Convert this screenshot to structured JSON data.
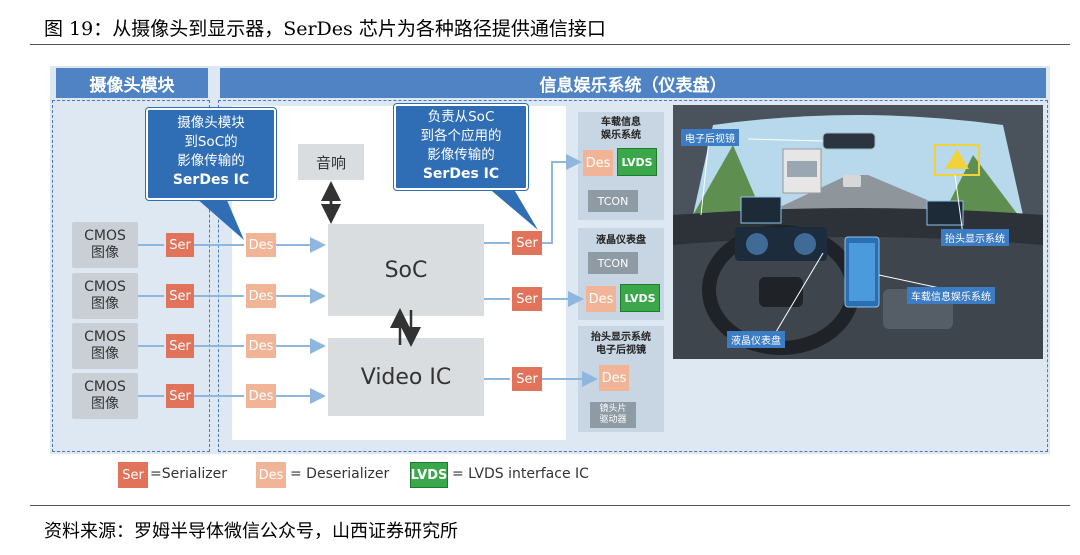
{
  "figure": {
    "title": "图 19：从摄像头到显示器，SerDes 芯片为各种路径提供通信接口",
    "source": "资料来源：罗姆半导体微信公众号，山西证券研究所"
  },
  "camera_module": {
    "header": "摄像头模块",
    "callout_lines": [
      "摄像头模块",
      "到SoC的",
      "影像传输的"
    ],
    "callout_bold": "SerDes IC",
    "cmos_top": "CMOS",
    "cmos_bottom": "图像"
  },
  "infotainment": {
    "header": "信息娱乐系统（仪表盘）",
    "callout_lines": [
      "负责从SoC",
      "到各个应用的",
      "影像传输的"
    ],
    "callout_bold": "SerDes IC",
    "audio": "音响",
    "soc": "SoC",
    "video_ic": "Video IC",
    "panel_infotainment": [
      "车载信息",
      "娱乐系统"
    ],
    "panel_cluster": "液晶仪表盘",
    "panel_hud": [
      "抬头显示系统",
      "电子后视镜"
    ],
    "mirror_driver": [
      "镜头片",
      "驱动器"
    ]
  },
  "chips": {
    "ser": "Ser",
    "des": "Des",
    "lvds": "LVDS",
    "tcon": "TCON"
  },
  "photo_labels": {
    "rear_mirror": "电子后视镜",
    "hud": "抬头显示系统",
    "infotainment": "车载信息娱乐系统",
    "cluster": "液晶仪表盘"
  },
  "legend": {
    "ser_text": "=Serializer",
    "des_text": "= Deserializer",
    "lvds_text": "= LVDS interface IC"
  },
  "colors": {
    "ser": "#e0735a",
    "des": "#f1b497",
    "lvds": "#3aa84a",
    "accent": "#4f83c3",
    "callout": "#2f6db5"
  }
}
